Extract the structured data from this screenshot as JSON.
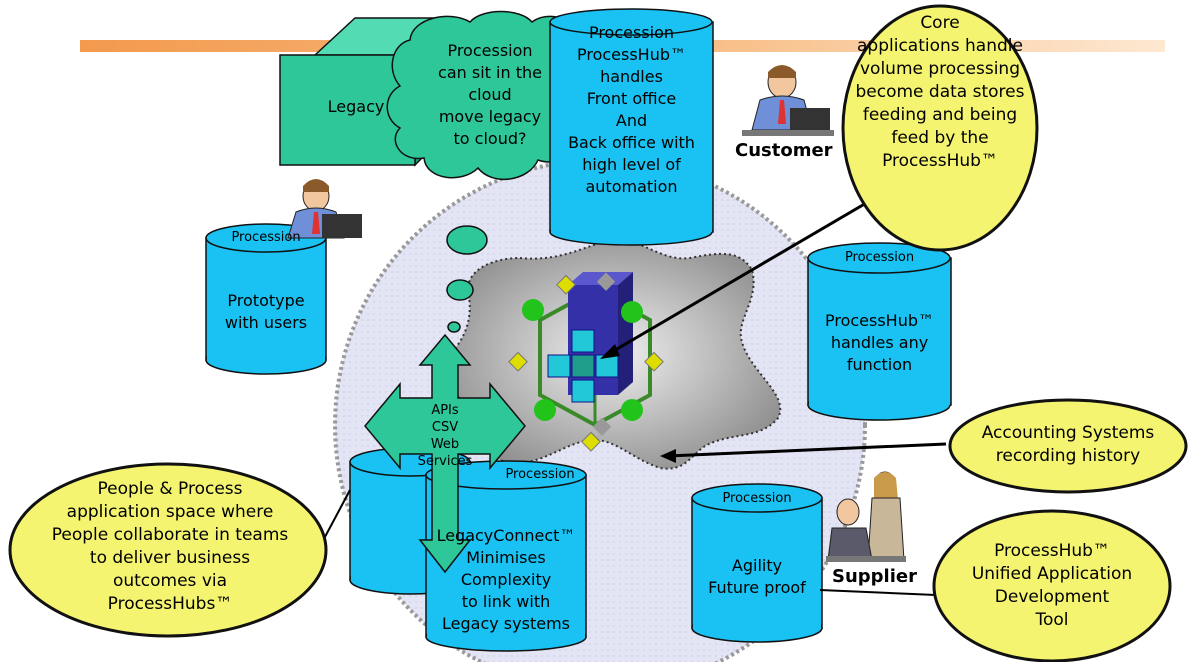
{
  "legacy_box": {
    "label": "Legacy"
  },
  "cloud": {
    "lines": [
      "Procession",
      "can sit in the",
      "cloud",
      "move legacy",
      "to cloud?"
    ]
  },
  "cyl_top_center": {
    "header": "Procession",
    "lines": [
      "ProcessHub™",
      "handles",
      "Front office",
      "And",
      "Back office with",
      "high level of",
      "automation"
    ]
  },
  "cyl_prototype": {
    "header": "Procession",
    "lines": [
      "Prototype",
      "with users"
    ]
  },
  "cyl_right": {
    "header": "Procession",
    "lines": [
      "ProcessHub™",
      "handles any",
      "function"
    ]
  },
  "cyl_legacy_connect": {
    "header": "Procession",
    "lines": [
      "LegacyConnect™",
      "Minimises",
      "Complexity",
      "to link with",
      "Legacy systems"
    ]
  },
  "cyl_agility": {
    "header": "Procession",
    "lines": [
      "Agility",
      "Future proof"
    ]
  },
  "arrow_labels": {
    "lines": [
      "APIs",
      "CSV",
      "Web",
      "Services"
    ]
  },
  "persons": {
    "customer": "Customer",
    "supplier": "Supplier"
  },
  "callouts": {
    "core": [
      "Core",
      "applications handle",
      "volume processing",
      "become data stores",
      "feeding and being",
      "feed by the",
      "ProcessHub™"
    ],
    "accounting": [
      "Accounting Systems",
      "recording history"
    ],
    "people": [
      "People & Process",
      "application space where",
      "People collaborate in teams",
      "to deliver business",
      "outcomes via",
      "ProcessHubs™"
    ],
    "tool": [
      "ProcessHub™",
      "Unified Application",
      "Development",
      "Tool"
    ]
  },
  "colors": {
    "cylinder": "#19c2f2",
    "legacy_box": "#2ec79a",
    "callout": "#f4f471",
    "cloud": "#2ec79a",
    "hub_circle": "#e6e6f4",
    "orange_bar": "#f7a25a"
  }
}
